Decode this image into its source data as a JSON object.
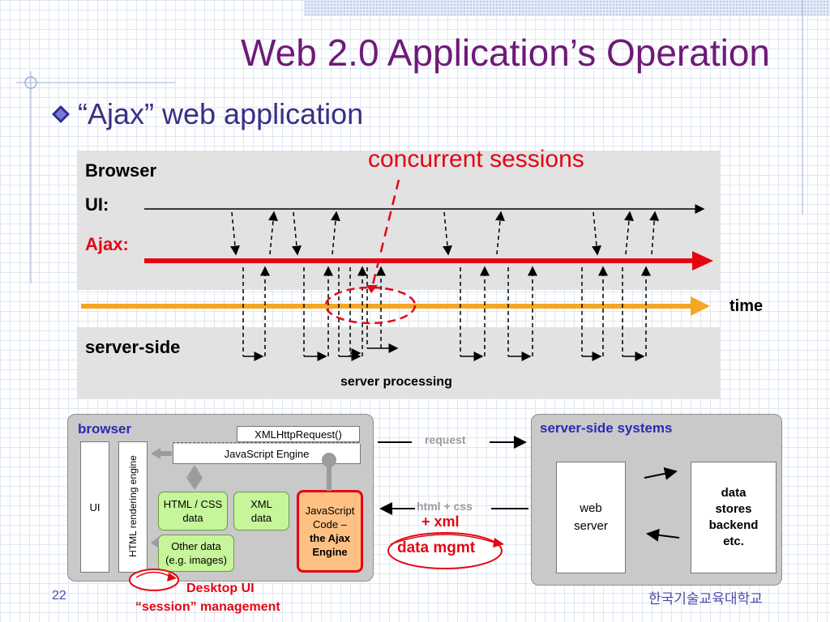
{
  "slide": {
    "title": "Web 2.0 Application’s Operation",
    "bullet": "“Ajax” web application",
    "page_number": "22",
    "institution": "한국기술교육대학교"
  },
  "timeline": {
    "browser_label": "Browser",
    "ui_label": "UI:",
    "ajax_label": "Ajax:",
    "concurrent_label": "concurrent sessions",
    "time_label": "time",
    "server_label": "server-side",
    "processing_label": "server processing"
  },
  "browser_box": {
    "title": "browser",
    "xhr": "XMLHttpRequest()",
    "js_engine": "JavaScript Engine",
    "ui": "UI",
    "rendering": "HTML rendering engine",
    "html_css": [
      "HTML / CSS",
      "data"
    ],
    "xml": [
      "XML",
      "data"
    ],
    "other": [
      "Other data",
      "(e.g. images)"
    ],
    "js_code": [
      "JavaScript",
      "Code –",
      "the Ajax",
      "Engine"
    ],
    "desktop_ui": "Desktop UI",
    "session_mgmt": "“session” management"
  },
  "exchange": {
    "request": "request",
    "response": "html + css",
    "xml": "+ xml",
    "data_mgmt": "data mgmt"
  },
  "server_box": {
    "title": "server-side systems",
    "web_server": [
      "web",
      "server"
    ],
    "data_stores": [
      "data",
      "stores",
      "backend",
      "etc."
    ]
  },
  "colors": {
    "title": "#6e1a78",
    "bullet": "#3a2f86",
    "ajax_line": "#e30613",
    "time_line": "#f5a623",
    "box_title": "#2b2bb0",
    "green_box": "#c6f59a"
  }
}
